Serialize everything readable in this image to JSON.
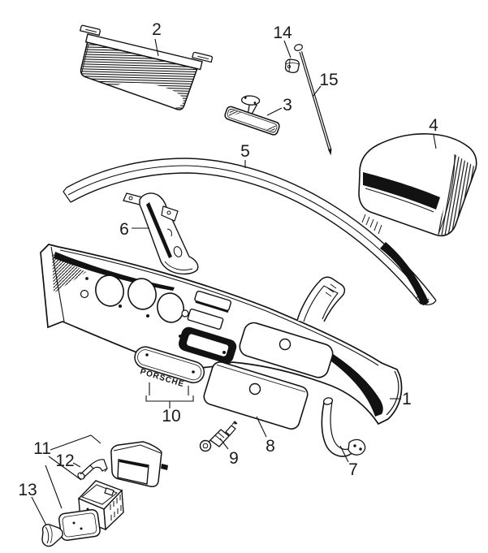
{
  "figure": {
    "kind": "exploded-parts-line-drawing",
    "colors": {
      "paper": "#ffffff",
      "ink": "#121212"
    },
    "emblem_text": "PORSCHE",
    "labels": {
      "p1": "1",
      "p2": "2",
      "p3": "3",
      "p4": "4",
      "p5": "5",
      "p6": "6",
      "p7": "7",
      "p8": "8",
      "p9": "9",
      "p10": "10",
      "p11": "11",
      "p12": "12",
      "p13": "13",
      "p14": "14",
      "p15": "15"
    }
  }
}
